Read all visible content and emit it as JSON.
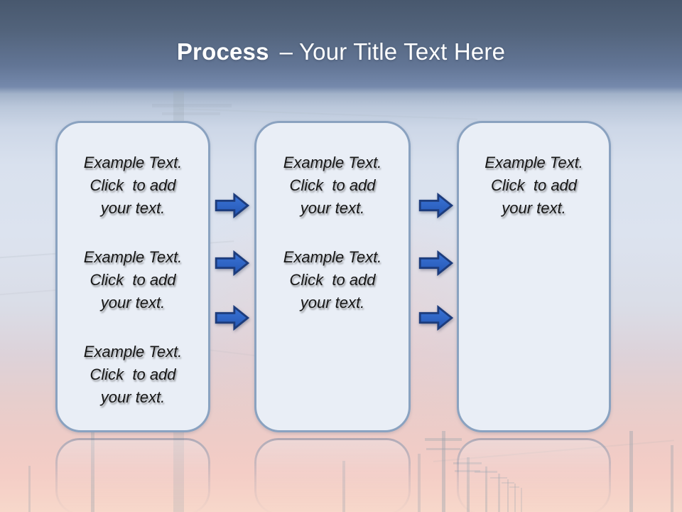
{
  "title": {
    "bold": "Process",
    "rest": "– Your Title Text Here"
  },
  "boxes": [
    {
      "name": "step-1",
      "paragraphs": [
        "Example Text.\nClick  to add\nyour text.",
        "Example Text.\nClick  to add\nyour text.",
        "Example Text.\nClick  to add\nyour text."
      ]
    },
    {
      "name": "step-2",
      "paragraphs": [
        "Example Text.\nClick  to add\nyour text.",
        "Example Text.\nClick  to add\nyour text."
      ]
    },
    {
      "name": "step-3",
      "paragraphs": [
        "Example Text.\nClick  to add\nyour text."
      ]
    }
  ],
  "arrows": {
    "between_box1_box2": 3,
    "between_box2_box3": 3,
    "direction": "right"
  },
  "colors": {
    "arrow_fill": "#2E64C6",
    "arrow_border": "#1D3C7C",
    "box_fill": "#E9EEF6",
    "box_border": "#8AA2C0",
    "header_top": "#48586E",
    "sunset_pink": "#F4CDC6",
    "title_text": "#FFFFFF",
    "body_text": "#161616"
  }
}
